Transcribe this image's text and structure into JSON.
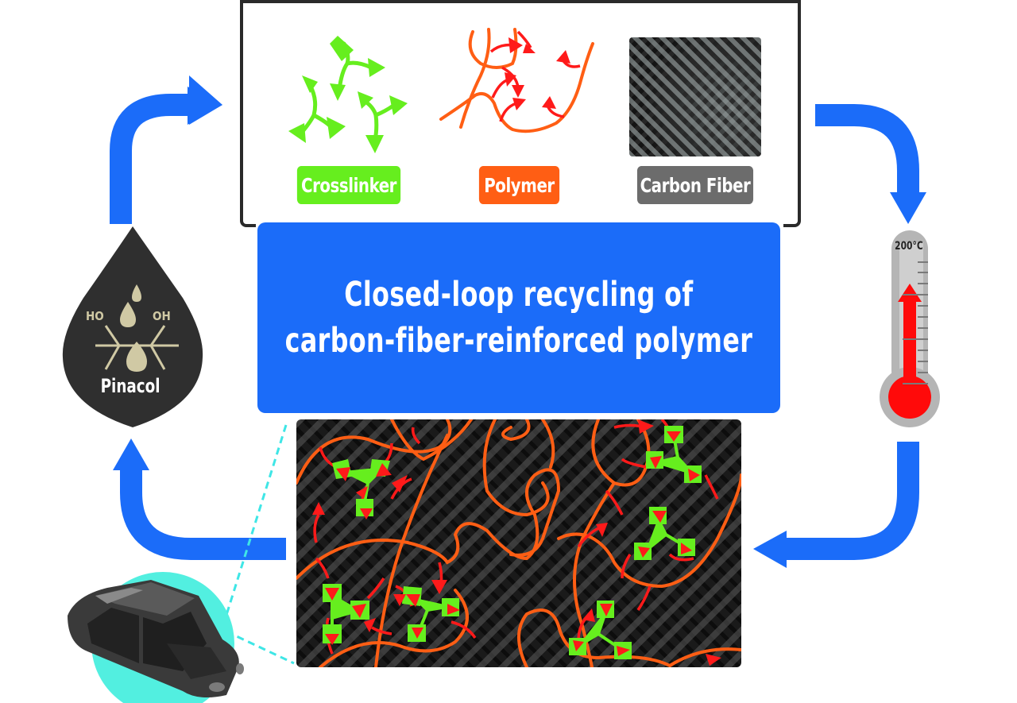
{
  "diagram": {
    "title_lines": [
      "Closed-loop recycling of",
      "carbon-fiber-reinforced polymer"
    ],
    "components": [
      {
        "label": "Crosslinker",
        "color": "#66ee1e",
        "icon": "crosslinker-tripod-icon"
      },
      {
        "label": "Polymer",
        "color": "#ff5e14",
        "icon": "polymer-chains-icon"
      },
      {
        "label": "Carbon Fiber",
        "color": "#6c6c6c",
        "icon": "carbon-fiber-weave-image"
      }
    ],
    "stages": {
      "heat": {
        "label": "200°C",
        "icon": "thermometer-icon",
        "color": "#ff0a0a"
      },
      "solvent": {
        "label": "Pinacol",
        "left_group": "HO",
        "right_group": "OH",
        "icon": "pinacol-drop-icon",
        "color": "#2f2f2f"
      },
      "product": {
        "icon": "car-body-icon",
        "circle_color": "#52efe0"
      }
    },
    "colors": {
      "arrow_blue": "#1b6cf9",
      "title_bg": "#1b6cf9",
      "frame": "#2a2a2a",
      "polymer_orange": "#ff5e14",
      "bond_red": "#ff1a1a",
      "crosslinker_green": "#66ee1e",
      "dashed_cyan": "#3fe6e6"
    },
    "cycle_order": [
      "components",
      "cured composite",
      "heat 200°C",
      "pinacol",
      "components"
    ]
  }
}
